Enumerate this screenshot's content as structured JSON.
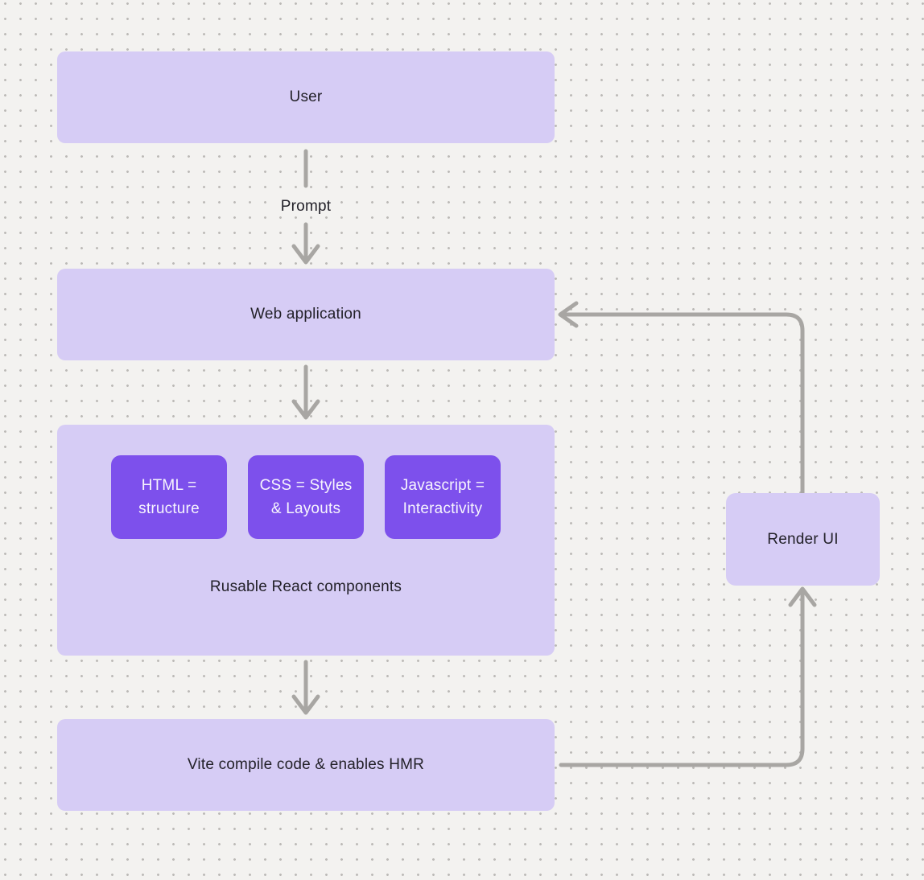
{
  "canvas": {
    "background_color": "#f3f2f0",
    "dot_color": "#bcbab7"
  },
  "palette": {
    "node_fill": "#d6ccf5",
    "accent_fill": "#7d50ec",
    "node_text": "#232129",
    "accent_text": "#f7f5fd",
    "connector_color": "#a8a6a3"
  },
  "nodes": {
    "user": {
      "label": "User"
    },
    "web_application": {
      "label": "Web application"
    },
    "components_group": {
      "caption": "Rusable React components",
      "children": [
        {
          "lines": [
            "HTML =",
            "structure"
          ]
        },
        {
          "lines": [
            "CSS = Styles",
            "& Layouts"
          ]
        },
        {
          "lines": [
            "Javascript =",
            "Interactivity"
          ]
        }
      ]
    },
    "vite": {
      "label": "Vite compile code & enables HMR"
    },
    "render_ui": {
      "label": "Render UI"
    }
  },
  "edges": {
    "prompt_label": "Prompt"
  }
}
